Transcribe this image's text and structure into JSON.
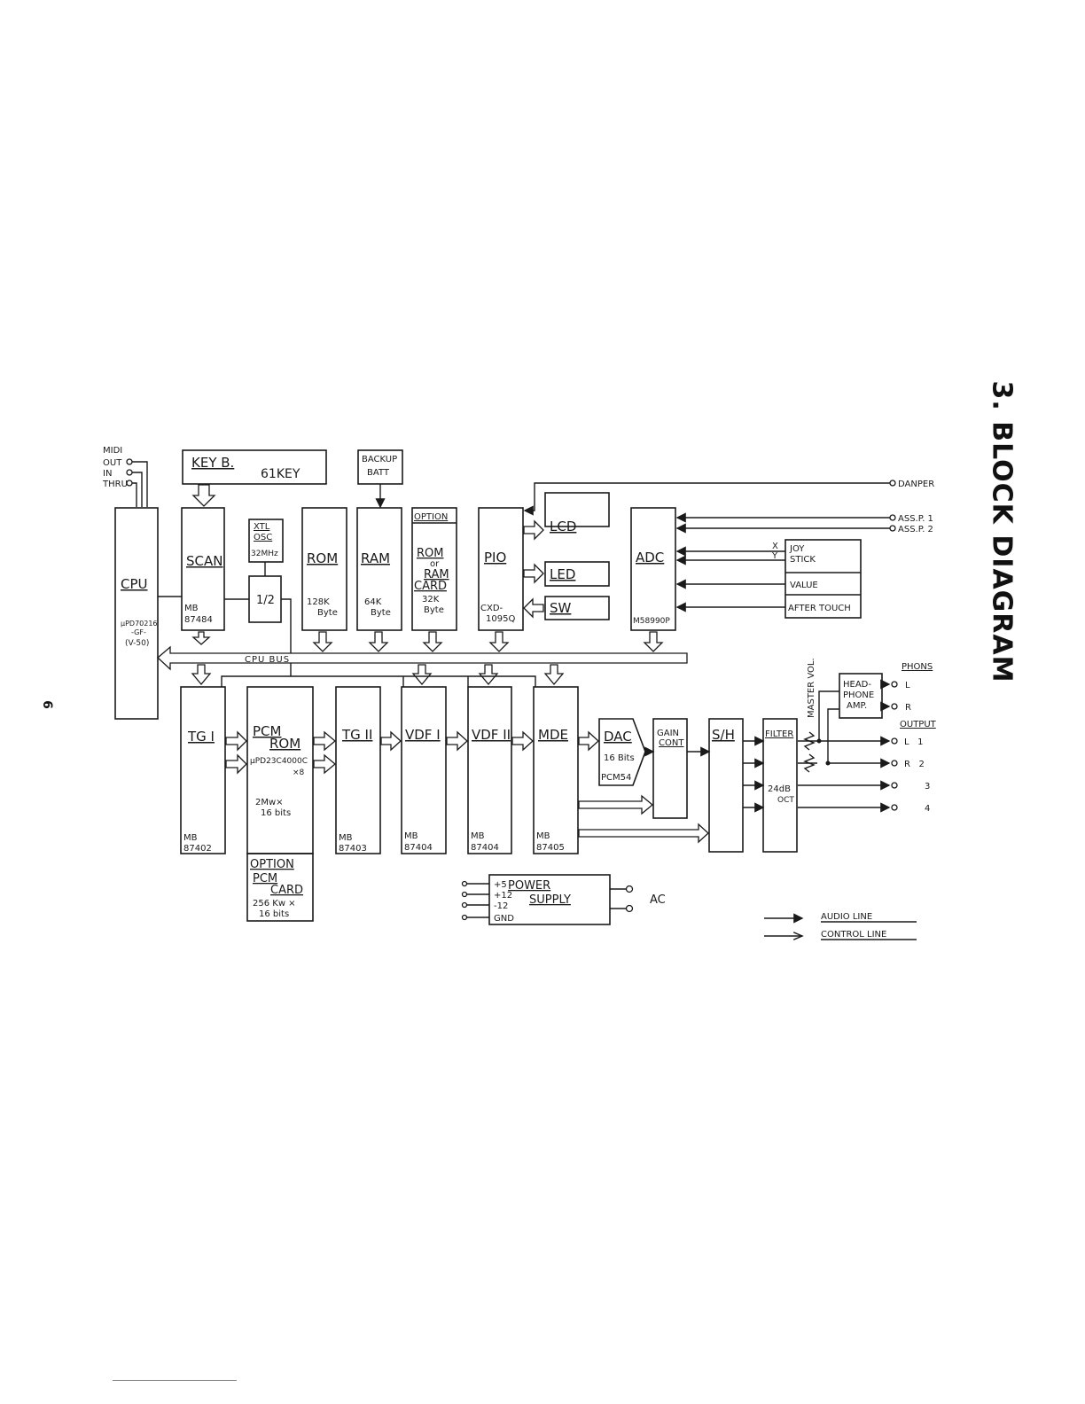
{
  "title": "3. BLOCK DIAGRAM",
  "page_number": "6",
  "midi": {
    "label": "MIDI",
    "ports": [
      "OUT",
      "IN",
      "THRU"
    ]
  },
  "blocks": {
    "keyb": {
      "title": "KEY B.",
      "sub": "61KEY"
    },
    "backup": {
      "l1": "BACKUP",
      "l2": "BATT"
    },
    "cpu": {
      "title": "CPU",
      "chip1": "μPD70216",
      "chip2": "-GF-",
      "chip3": "(V-50)"
    },
    "scan": {
      "title": "SCAN",
      "chip1": "MB",
      "chip2": "87484"
    },
    "xtl": {
      "l1": "XTL",
      "l2": "OSC",
      "freq": "32MHz"
    },
    "half": {
      "label": "1/2"
    },
    "rom": {
      "title": "ROM",
      "l1": "128K",
      "l2": "Byte"
    },
    "ram": {
      "title": "RAM",
      "l1": "64K",
      "l2": "Byte"
    },
    "option_rom": {
      "header": "OPTION",
      "l1": "ROM",
      "l2": "or",
      "l3": "RAM",
      "l4": "CARD",
      "l5": "32K",
      "l6": "Byte"
    },
    "pio": {
      "title": "PIO",
      "chip1": "CXD-",
      "chip2": "1095Q"
    },
    "lcd": "LCD",
    "led": "LED",
    "sw": "SW",
    "adc": {
      "title": "ADC",
      "chip": "M58990P"
    },
    "joystick": {
      "x": "X",
      "y": "Y",
      "l1": "JOY",
      "l2": "STICK"
    },
    "value": "VALUE",
    "aftertouch": "AFTER TOUCH",
    "cpu_bus": "CPU BUS",
    "tg1": {
      "title": "TG I",
      "chip1": "MB",
      "chip2": "87402"
    },
    "pcm_rom": {
      "l1": "PCM",
      "l2": "ROM",
      "chip": "μPD23C4000C",
      "mult": "×8",
      "s1": "2Mw×",
      "s2": "16 bits"
    },
    "option_pcm": {
      "header": "OPTION",
      "l1": "PCM",
      "l2": "CARD",
      "s1": "256 Kw ×",
      "s2": "16 bits"
    },
    "tg2": {
      "title": "TG II",
      "chip1": "MB",
      "chip2": "87403"
    },
    "vdf1": {
      "title": "VDF I",
      "chip1": "MB",
      "chip2": "87404"
    },
    "vdf2": {
      "title": "VDF II",
      "chip1": "MB",
      "chip2": "87404"
    },
    "mde": {
      "title": "MDE",
      "chip1": "MB",
      "chip2": "87405"
    },
    "dac": {
      "title": "DAC",
      "l1": "16 Bits",
      "chip": "PCM54"
    },
    "gain": {
      "l1": "GAIN",
      "l2": "CONT"
    },
    "sh": "S/H",
    "filter": {
      "title": "FILTER",
      "l1": "24dB",
      "l2": "OCT"
    },
    "hpamp": {
      "l1": "HEAD-",
      "l2": "PHONE",
      "l3": "AMP."
    },
    "power": {
      "r1": "+5",
      "r2": "+12",
      "r3": "-12",
      "r4": "GND",
      "l1": "POWER",
      "l2": "SUPPLY",
      "ac": "AC"
    }
  },
  "right_io": {
    "danper": "DANPER",
    "assp1": "ASS.P. 1",
    "assp2": "ASS.P. 2",
    "phons": "PHONS",
    "phons_l": "L",
    "phons_r": "R",
    "master": "MASTER VOL.",
    "output": "OUTPUT",
    "outs": [
      "L   1",
      "R   2",
      "3",
      "4"
    ]
  },
  "legend": {
    "audio": "AUDIO LINE",
    "control": "CONTROL LINE"
  }
}
